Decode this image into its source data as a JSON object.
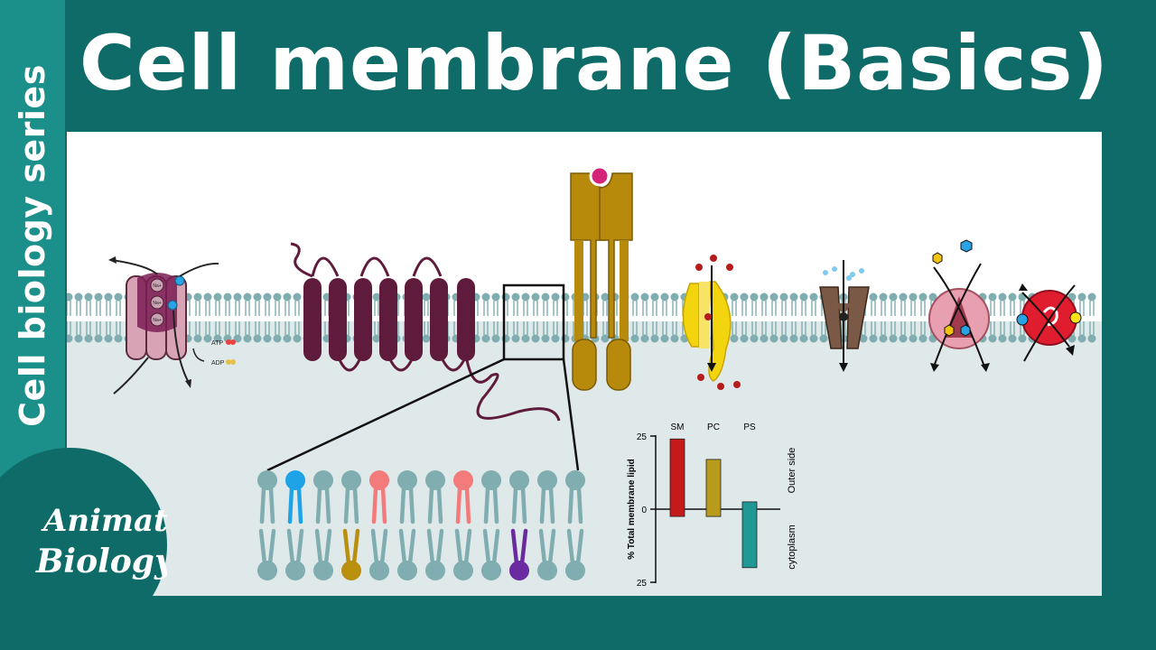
{
  "side_label": "Cell biology series",
  "title": "Cell membrane (Basics)",
  "pump": {
    "ion_label": "Na+",
    "atp_label": "ATP",
    "adp_label": "ADP"
  },
  "logo": {
    "line1": "Animated",
    "line2": "Biology"
  },
  "colors": {
    "background": "#0f6b68",
    "side_strip": "#1b8f89",
    "panel": "#ffffff",
    "cytoplasm": "#e0e9ea",
    "lipid_head": "#7fadb0"
  },
  "chart_data": {
    "type": "bar",
    "categories": [
      "SM",
      "PC",
      "PS"
    ],
    "outer_side_values": [
      24,
      17,
      2.5
    ],
    "cytoplasm_values": [
      2.5,
      2.5,
      20
    ],
    "colors": [
      "#c41a1a",
      "#b89a1c",
      "#1f9896"
    ],
    "ylabel": "% Total membrane lipid",
    "yticks": [
      "25",
      "0",
      "25"
    ],
    "ylim": [
      -25,
      25
    ],
    "side_labels": {
      "top": "Outer side",
      "bottom": "cytoplasm"
    }
  }
}
